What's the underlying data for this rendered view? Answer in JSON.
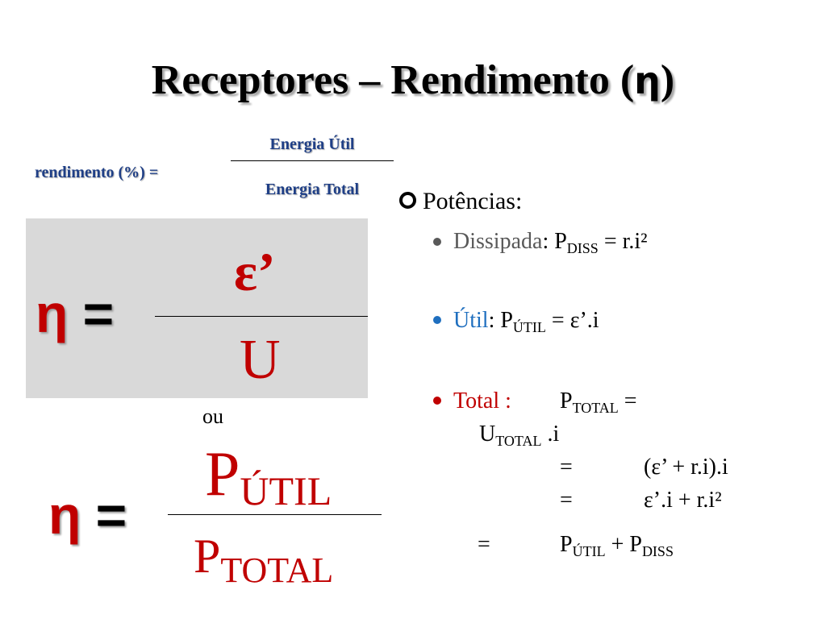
{
  "title": {
    "text": "Receptores – Rendimento (",
    "eta": "η",
    "close": ")"
  },
  "rendimento_formula": {
    "label": "rendimento (%) =",
    "numerator": "Energia Útil",
    "denominator": "Energia Total"
  },
  "formula1": {
    "lhs_symbol": "η",
    "equals": "=",
    "numerator": "ε’",
    "denominator": "U"
  },
  "or_text": "ou",
  "formula2": {
    "lhs_symbol": "η",
    "equals": "=",
    "numerator_base": "P",
    "numerator_sub": "ÚTIL",
    "denominator_base": "P",
    "denominator_sub": "TOTAL"
  },
  "potencias": {
    "heading": "Potências:",
    "dissipada": {
      "label": "Dissipada",
      "colon": ": P",
      "sub": "DISS",
      "rest": " = r.i²"
    },
    "util": {
      "label": "Útil",
      "colon": ": P",
      "sub": "ÚTIL",
      "rest": " = ε’.i"
    },
    "total": {
      "label": "Total :",
      "expr_base": "P",
      "expr_sub": "TOTAL",
      "expr_eq": " =",
      "line2_base": "U",
      "line2_sub": "TOTAL",
      "line2_rest": " .i",
      "eq1_sign": "=",
      "eq1_value": "(ε’ + r.i).i",
      "eq2_sign": "=",
      "eq2_value": "ε’.i + r.i²",
      "eq3_sign": "=",
      "eq3_base1": "P",
      "eq3_sub1": "ÚTIL",
      "eq3_plus": "  + P",
      "eq3_sub2": "DISS"
    }
  },
  "colors": {
    "accent_red": "#c00000",
    "label_blue": "#1f3f86",
    "util_blue": "#1f6fbf",
    "muted_gray": "#595959",
    "box_gray": "#d9d9d9"
  }
}
